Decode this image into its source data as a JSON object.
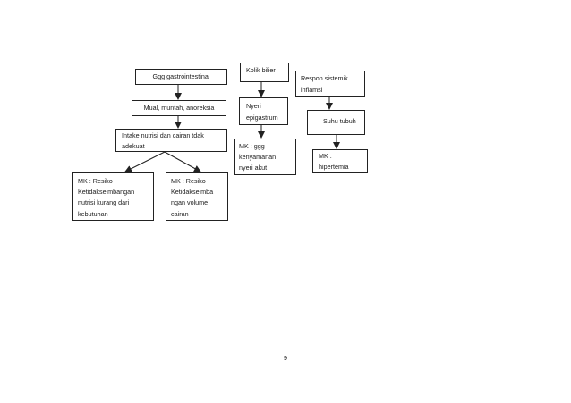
{
  "nodes": {
    "ggg": "Ggg gastrointestinal",
    "mual": "Mual, muntah, anoreksia",
    "intake": "Intake nutrisi dan cairan tdak\nadekuat",
    "mk_nutrisi": "MK : Resiko\nKetidakseimbangan\nnutrisi kurang dari\nkebutuhan",
    "mk_cairan": "MK : Resiko\nKetidakseimba\nngan volume\ncairan",
    "kolik": "Kolik bilier",
    "nyeri": "Nyeri\nepigastrum",
    "mk_nyeri": "MK : ggg\nkenyamanan\nnyeri akut",
    "respon": "Respon sistemik\ninflamsi",
    "suhu": "Suhu tubuh",
    "mk_hipertemia": "MK :\nhipertemia"
  },
  "page_number": "9"
}
